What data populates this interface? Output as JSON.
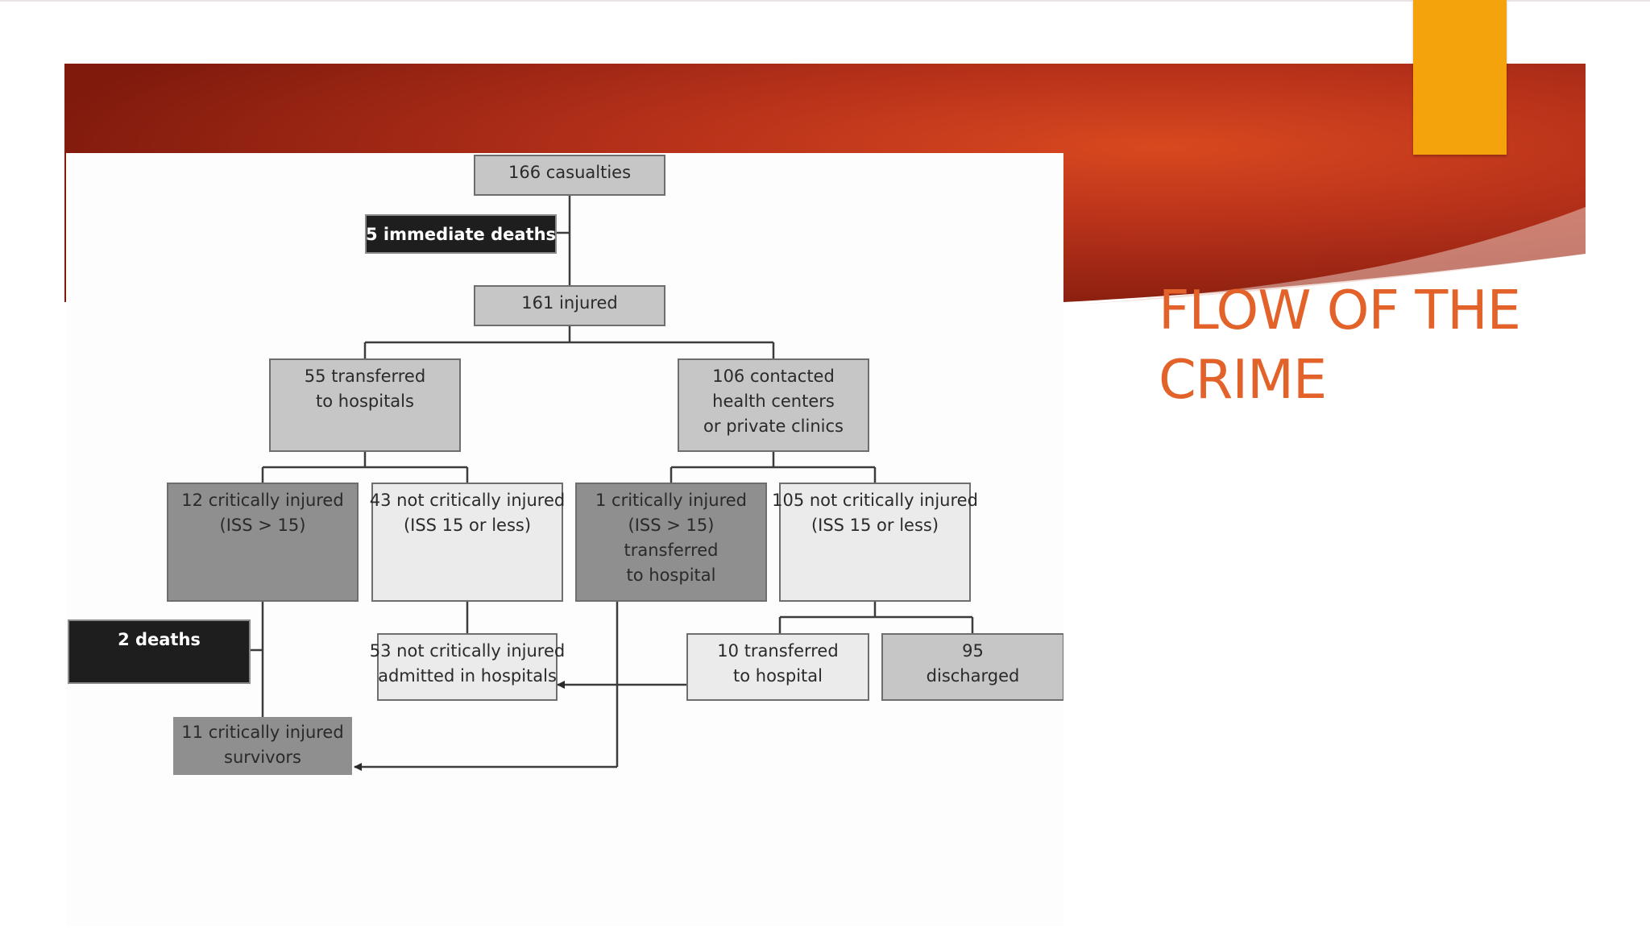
{
  "slide": {
    "title_line1": "FLOW OF THE",
    "title_line2": "CRIME",
    "colors": {
      "banner_dark": "#8c1b0e",
      "banner_light": "#d0401a",
      "accent": "#f4a30d",
      "title": "#e2622a"
    }
  },
  "flowchart": {
    "nodes": {
      "casualties": [
        "166 casualties"
      ],
      "immediate_deaths": [
        "5 immediate deaths"
      ],
      "injured": [
        "161 injured"
      ],
      "transferred_hospitals": [
        "55 transferred",
        "to hospitals"
      ],
      "contacted_centers": [
        "106 contacted",
        "health centers",
        "or private clinics"
      ],
      "critical_12": [
        "12 critically injured",
        "(ISS > 15)"
      ],
      "not_critical_43": [
        "43 not critically injured",
        "(ISS 15 or less)"
      ],
      "critical_1": [
        "1 critically injured",
        "(ISS > 15)",
        "transferred",
        "to hospital"
      ],
      "not_critical_105": [
        "105 not critically injured",
        "(ISS 15 or less)"
      ],
      "deaths_2": [
        "2 deaths"
      ],
      "admitted_53": [
        "53 not critically injured",
        "admitted in hospitals"
      ],
      "transferred_10": [
        "10 transferred",
        "to hospital"
      ],
      "discharged_95": [
        "95",
        "discharged"
      ],
      "survivors_11": [
        "11 critically injured",
        "survivors"
      ]
    }
  }
}
